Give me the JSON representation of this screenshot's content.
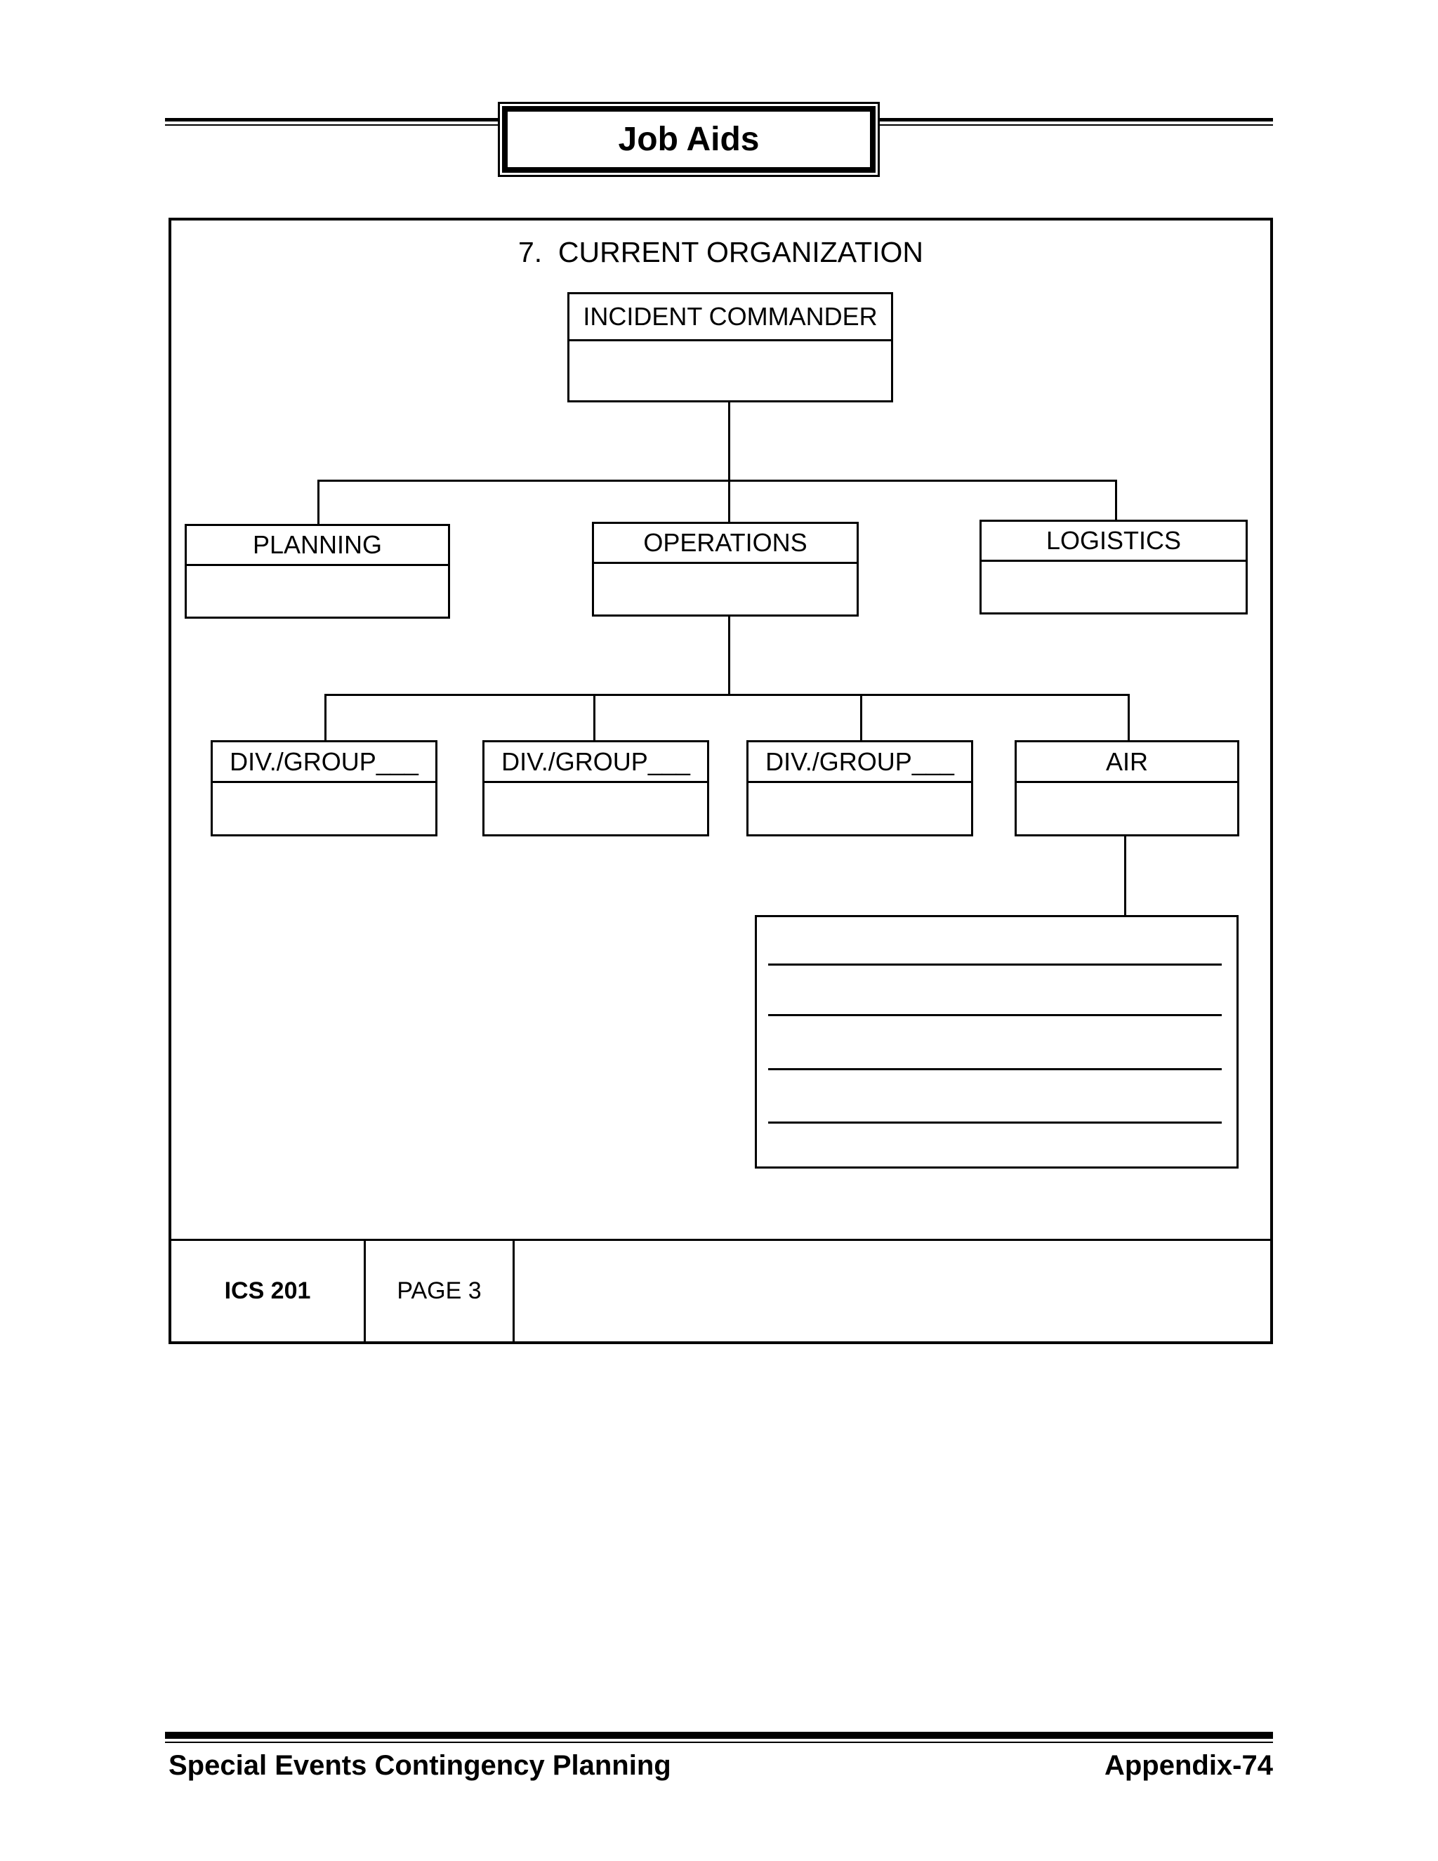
{
  "header": {
    "banner": "Job Aids"
  },
  "org_chart": {
    "section_title": "7.  CURRENT ORGANIZATION",
    "nodes": {
      "incident_commander": {
        "label": "INCIDENT COMMANDER"
      },
      "planning": {
        "label": "PLANNING"
      },
      "operations": {
        "label": "OPERATIONS"
      },
      "logistics": {
        "label": "LOGISTICS"
      },
      "div_group_1": {
        "label": "DIV./GROUP___"
      },
      "div_group_2": {
        "label": "DIV./GROUP___"
      },
      "div_group_3": {
        "label": "DIV./GROUP___"
      },
      "air": {
        "label": "AIR"
      }
    },
    "edges": [
      {
        "from": "incident_commander",
        "to": [
          "planning",
          "operations",
          "logistics"
        ]
      },
      {
        "from": "operations",
        "to": [
          "div_group_1",
          "div_group_2",
          "div_group_3",
          "air"
        ]
      },
      {
        "from": "air",
        "to": [
          "notes_box"
        ]
      }
    ],
    "notes_box": {
      "blank_line_count": 4
    }
  },
  "form_footer": {
    "form_id": "ICS 201",
    "page_label": "PAGE 3"
  },
  "page_footer": {
    "left": "Special Events Contingency Planning",
    "right": "Appendix-74"
  },
  "colors": {
    "ink": "#000000",
    "paper": "#ffffff"
  }
}
